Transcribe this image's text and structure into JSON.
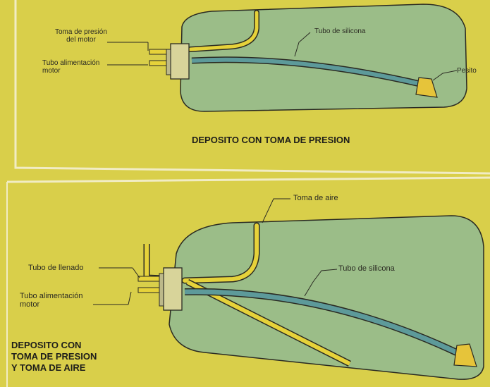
{
  "colors": {
    "page": "#d9cf4a",
    "tank": "#9bbd88",
    "tube": "#5d9a9a",
    "yellow_pipe": "#e6d23a",
    "ink": "#2a2a22"
  },
  "top_panel": {
    "title": "DEPOSITO CON TOMA DE PRESION",
    "labels": {
      "pressure_tap": "Toma de presión\ndel motor",
      "feed_tube": "Tubo alimentación\nmotor",
      "silicone_tube": "Tubo de silicona",
      "weight": "Pesito"
    }
  },
  "bottom_panel": {
    "title": "DEPOSITO CON\nTOMA DE PRESION\nY TOMA DE AIRE",
    "labels": {
      "air_intake": "Toma de aire",
      "fill_tube": "Tubo de llenado",
      "feed_tube": "Tubo alimentación\nmotor",
      "silicone_tube": "Tubo de silicona"
    }
  }
}
